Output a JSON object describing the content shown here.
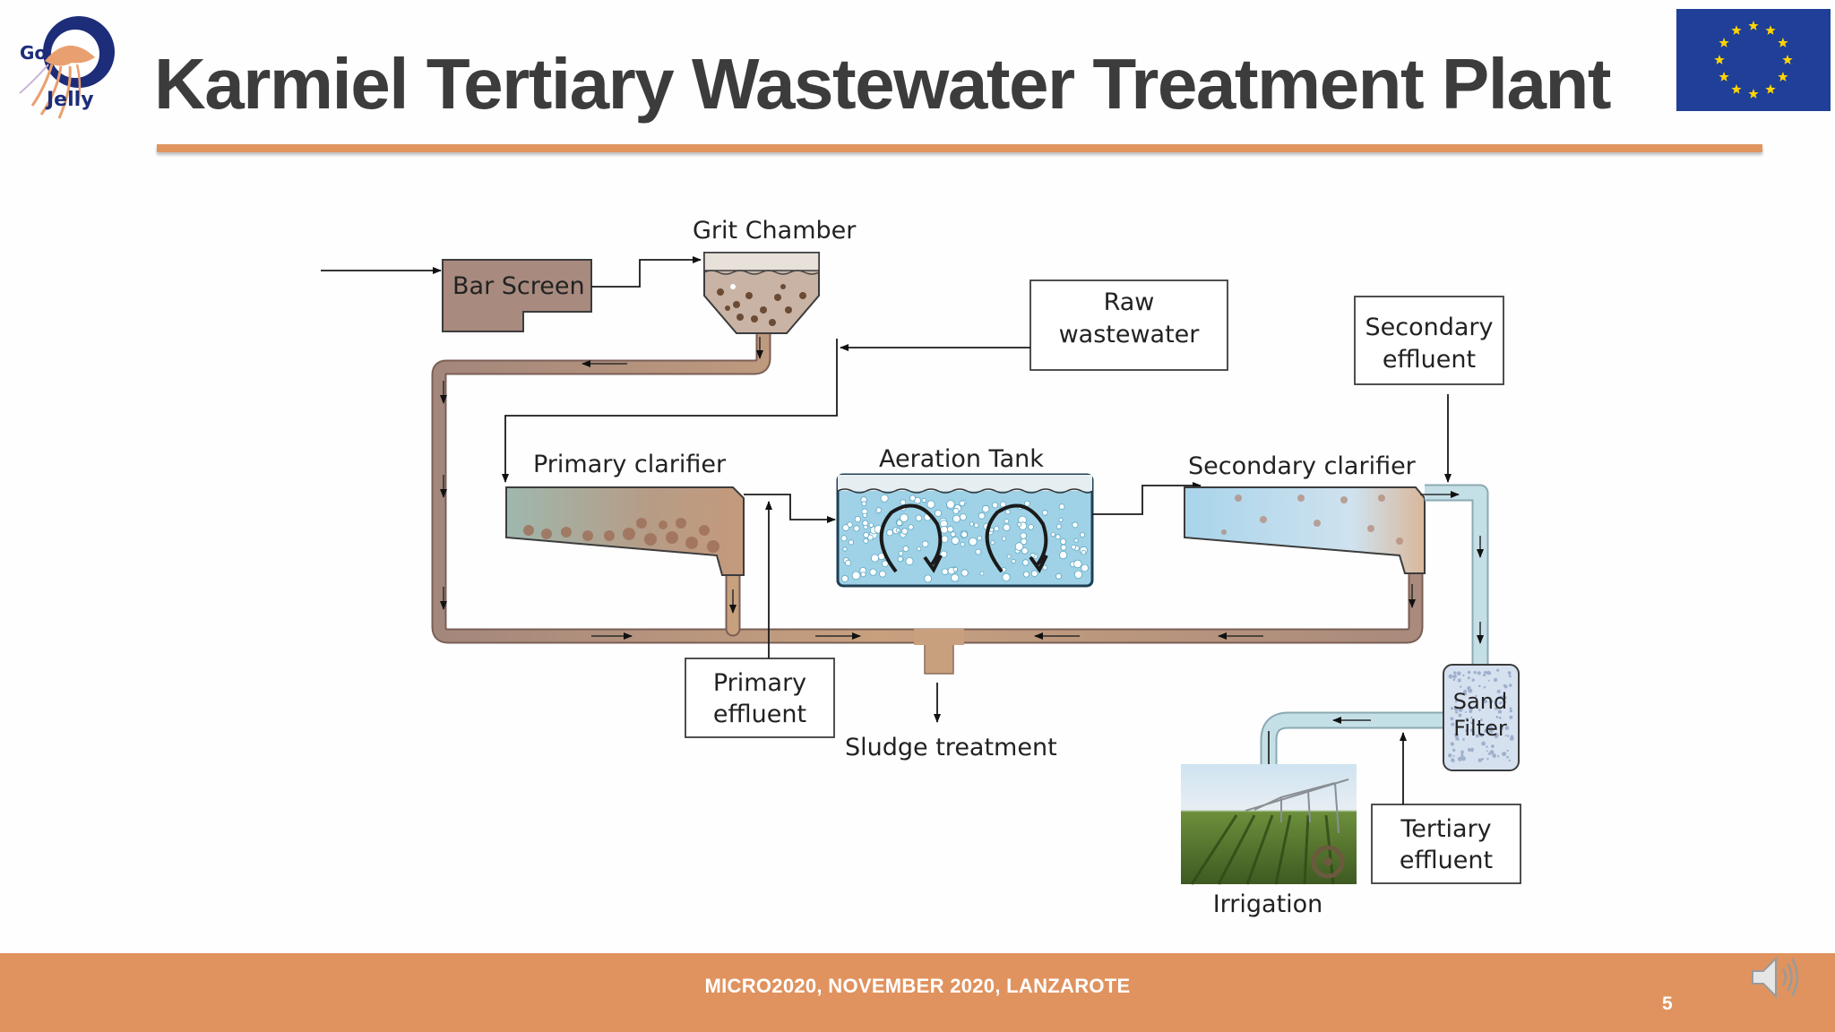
{
  "header": {
    "title": "Karmiel  Tertiary Wastewater Treatment Plant",
    "logo_text_top": "Go",
    "logo_text_bottom": "Jelly"
  },
  "diagram": {
    "grit_chamber": "Grit Chamber",
    "bar_screen": "Bar Screen",
    "raw_wastewater": [
      "Raw",
      "wastewater"
    ],
    "secondary_effluent": [
      "Secondary",
      "effluent"
    ],
    "primary_clarifier": "Primary clarifier",
    "aeration_tank": "Aeration Tank",
    "secondary_clarifier": "Secondary clarifier",
    "primary_effluent": [
      "Primary",
      "effluent"
    ],
    "sludge_treatment": "Sludge treatment",
    "sand_filter": [
      "Sand",
      "Filter"
    ],
    "tertiary_effluent": [
      "Tertiary",
      "effluent"
    ],
    "irrigation": "Irrigation"
  },
  "footer": {
    "text": "MICRO2020, NOVEMBER 2020, LANZAROTE",
    "page_number": "5"
  },
  "colors": {
    "accent": "#e0935f",
    "title": "#3c3c3c",
    "eu_blue": "#1f3f98",
    "eu_star": "#ffd500",
    "sludge_pipe": "#a98a7c",
    "water_pipe": "#b9d6e0"
  }
}
